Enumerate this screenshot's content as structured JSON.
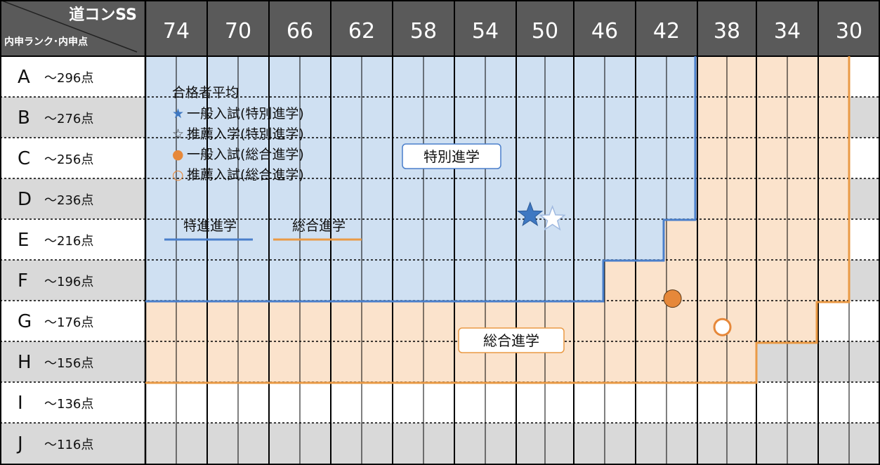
{
  "chart_data": {
    "type": "heatmap",
    "corner": {
      "top_label": "道コンSS",
      "bottom_label": "内申ランク･内申点"
    },
    "ss_columns": [
      "74",
      "70",
      "66",
      "62",
      "58",
      "54",
      "50",
      "46",
      "42",
      "38",
      "34",
      "30"
    ],
    "rows": [
      {
        "rank": "A",
        "score": "～296点"
      },
      {
        "rank": "B",
        "score": "～276点"
      },
      {
        "rank": "C",
        "score": "～256点"
      },
      {
        "rank": "D",
        "score": "～236点"
      },
      {
        "rank": "E",
        "score": "～216点"
      },
      {
        "rank": "F",
        "score": "～196点"
      },
      {
        "rank": "G",
        "score": "～176点"
      },
      {
        "rank": "H",
        "score": "～156点"
      },
      {
        "rank": "I",
        "score": "～136点"
      },
      {
        "rank": "J",
        "score": "～116点"
      }
    ],
    "regions": [
      {
        "name": "特別進学",
        "color": "#cfe0f2",
        "line_color": "#4a7fcb",
        "boundary": [
          {
            "rank_max": "F",
            "ss_min": "46"
          },
          {
            "rank_max": "E",
            "ss_min": "42"
          },
          {
            "rank_max": "D",
            "ss_min": "42"
          }
        ]
      },
      {
        "name": "総合進学",
        "color": "#fbe3cc",
        "line_color": "#ea9a45",
        "boundary": [
          {
            "rank_max": "H",
            "ss_min": "38"
          },
          {
            "rank_max": "G",
            "ss_min": "34"
          },
          {
            "rank_max": "F",
            "ss_min": "30"
          }
        ]
      }
    ],
    "points": [
      {
        "label": "一般入試(特別進学)",
        "marker": "filled-star",
        "color": "#3e78c2",
        "ss": 51.0,
        "score": 238
      },
      {
        "label": "推薦入学(特別進学)",
        "marker": "hollow-star",
        "color": "#9fb9e0",
        "ss": 49.5,
        "score": 236
      },
      {
        "label": "一般入試(総合進学)",
        "marker": "filled-circle",
        "color": "#e6883a",
        "ss": 41.6,
        "score": 197
      },
      {
        "label": "推薦入試(総合進学)",
        "marker": "hollow-circle",
        "color": "#e6883a",
        "ss": 38.3,
        "score": 183
      }
    ],
    "legend": {
      "title": "合格者平均",
      "items": [
        {
          "marker": "★",
          "text": "一般入試(特別進学)",
          "color": "#3e78c2"
        },
        {
          "marker": "☆",
          "text": "推薦入学(特別進学)",
          "color": "#333333"
        },
        {
          "marker": "●",
          "text": "一般入試(総合進学)",
          "color": "#e6883a"
        },
        {
          "marker": "○",
          "text": "推薦入試(総合進学)",
          "color": "#e6883a"
        }
      ],
      "line_items": [
        {
          "text": "特進進学",
          "color": "#4a7fcb"
        },
        {
          "text": "総合進学",
          "color": "#ea9a45"
        }
      ]
    },
    "region_labels": [
      {
        "text": "特別進学"
      },
      {
        "text": "総合進学"
      }
    ],
    "colors": {
      "header_bg": "#5a5a5a",
      "grey_row": "#d9d9d9",
      "white_row": "#ffffff",
      "grid": "#000000",
      "special_fill": "#cfe0f2",
      "general_fill": "#fbe3cc",
      "special_line": "#4a7fcb",
      "general_line": "#ea9a45"
    }
  }
}
